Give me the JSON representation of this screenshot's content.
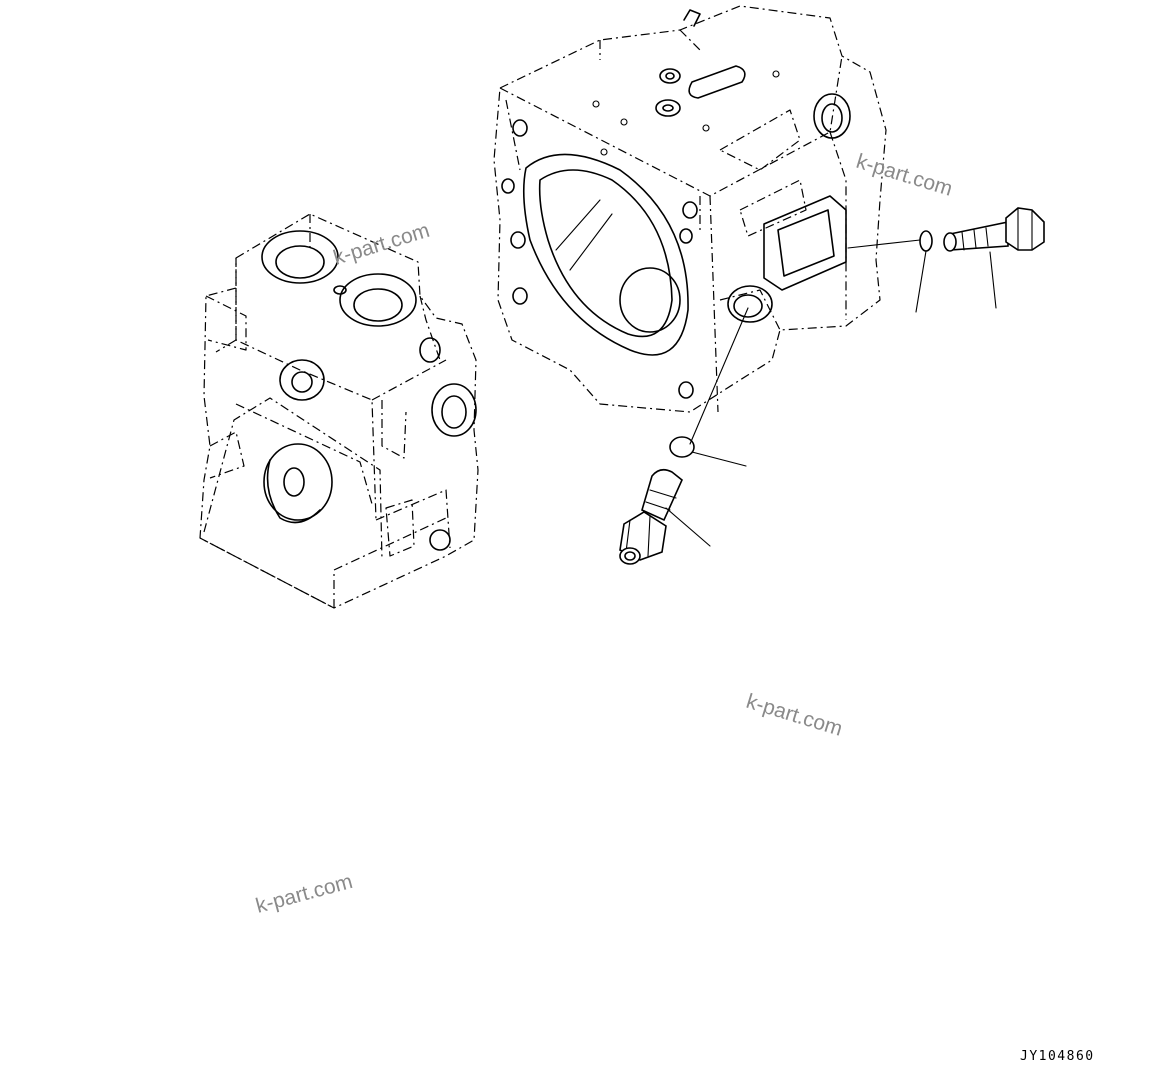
{
  "watermarks": [
    "k-part.com",
    "k-part.com",
    "k-part.com",
    "k-part.com"
  ],
  "drawing_code": "JY104860",
  "colors": {
    "line": "#000000",
    "watermark": "#8a8a8a",
    "background": "#ffffff"
  }
}
